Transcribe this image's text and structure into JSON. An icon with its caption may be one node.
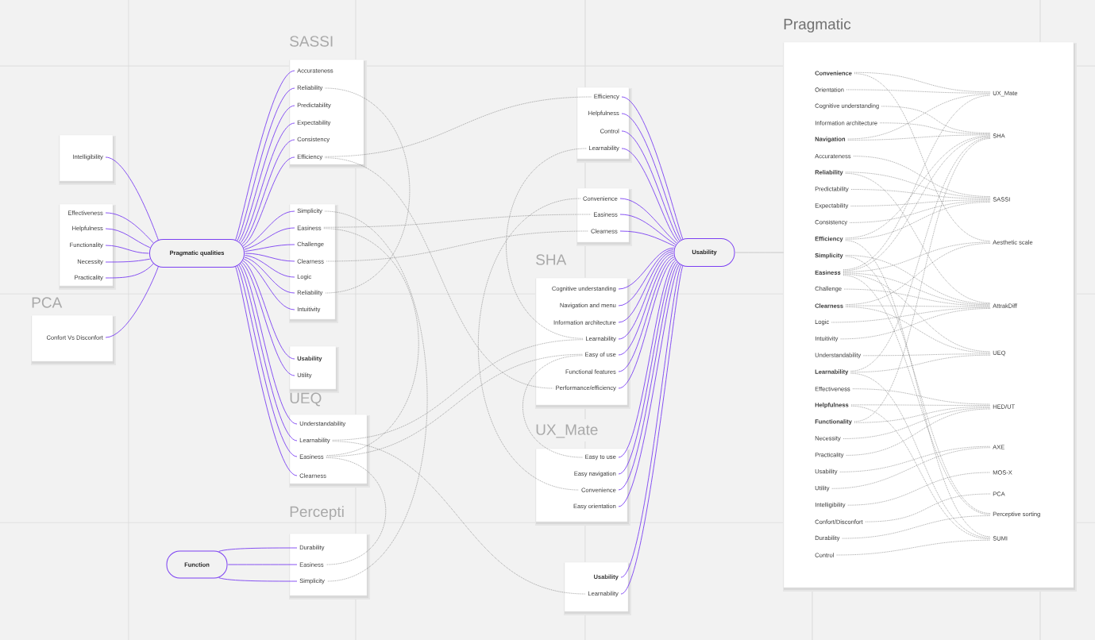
{
  "diagram": {
    "nodes": [
      {
        "text": [],
        "shape": "box"
      },
      {
        "text": [
          "Intelligibility"
        ],
        "in": 0
      },
      {
        "text": [],
        "shape": "box"
      },
      {
        "text": [
          "Effectiveness"
        ],
        "in": 2
      },
      {
        "text": [
          "Helpfulness"
        ],
        "in": 2
      },
      {
        "text": [
          "Functionality"
        ],
        "in": 2
      },
      {
        "text": [
          "Necessity"
        ],
        "in": 2
      },
      {
        "text": [
          "Practicality"
        ],
        "in": 2
      },
      {
        "text": [
          "PCA"
        ]
      },
      {
        "text": [
          "Confort Vs Disconfort"
        ],
        "in": 8
      },
      {
        "text": [
          "Pragmatic qualities"
        ]
      },
      {
        "text": [
          "Function"
        ]
      },
      {
        "text": [
          "SASSI"
        ]
      },
      {
        "text": [
          "Accurateness"
        ],
        "in": 12
      },
      {
        "text": [
          "Reliability"
        ],
        "in": 12
      },
      {
        "text": [
          "Predictability"
        ],
        "in": 12
      },
      {
        "text": [
          "Expectability"
        ],
        "in": 12
      },
      {
        "text": [
          "Consistency"
        ],
        "in": 12
      },
      {
        "text": [
          "Efficiency"
        ],
        "in": 12
      },
      {
        "text": [],
        "shape": "box"
      },
      {
        "text": [
          "Simplicity"
        ],
        "in": 19
      },
      {
        "text": [
          "Easiness"
        ],
        "in": 19
      },
      {
        "text": [
          "Challenge"
        ],
        "in": 19
      },
      {
        "text": [
          "Clearness"
        ],
        "in": 19
      },
      {
        "text": [
          "Logic"
        ],
        "in": 19
      },
      {
        "text": [
          "Reliability"
        ],
        "in": 19
      },
      {
        "text": [
          "Intuitivity"
        ],
        "in": 19
      },
      {
        "text": [],
        "shape": "box"
      },
      {
        "text": [
          "Usability"
        ],
        "in": 27
      },
      {
        "text": [
          "Utility"
        ],
        "in": 27
      },
      {
        "text": [
          "UEQ"
        ]
      },
      {
        "text": [
          "Understandability"
        ],
        "in": 30
      },
      {
        "text": [
          "Learnability"
        ],
        "in": 30
      },
      {
        "text": [
          "Easiness"
        ],
        "in": 30
      },
      {
        "text": [
          "Clearness"
        ],
        "in": 30
      },
      {
        "text": [
          "Percepti"
        ]
      },
      {
        "text": [
          "Durability"
        ],
        "in": 35
      },
      {
        "text": [
          "Easiness"
        ],
        "in": 35
      },
      {
        "text": [
          "Simplicity"
        ],
        "in": 35
      },
      {
        "text": [],
        "shape": "box"
      },
      {
        "text": [
          "Efficiency"
        ],
        "in": 39
      },
      {
        "text": [
          "Helpfulness"
        ],
        "in": 39
      },
      {
        "text": [
          "Control"
        ],
        "in": 39
      },
      {
        "text": [
          "Learnability"
        ],
        "in": 39
      },
      {
        "text": [],
        "shape": "box"
      },
      {
        "text": [
          "Convenience"
        ],
        "in": 44
      },
      {
        "text": [
          "Easiness"
        ],
        "in": 44
      },
      {
        "text": [
          "Clearness"
        ],
        "in": 44
      },
      {
        "text": [
          "SHA"
        ]
      },
      {
        "text": [
          "Cognitive understanding"
        ],
        "in": 48
      },
      {
        "text": [
          "Navigation and menu"
        ],
        "in": 48
      },
      {
        "text": [
          "Information architecture"
        ],
        "in": 48
      },
      {
        "text": [
          "Learnability"
        ],
        "in": 48
      },
      {
        "text": [
          "Easy of use"
        ],
        "in": 48
      },
      {
        "text": [
          "Functional features"
        ],
        "in": 48
      },
      {
        "text": [
          "Performance/efficiency"
        ],
        "in": 48
      },
      {
        "text": [
          "UX_Mate"
        ]
      },
      {
        "text": [
          "Easy to use"
        ],
        "in": 56
      },
      {
        "text": [
          "Easy navigation"
        ],
        "in": 56
      },
      {
        "text": [
          "Convenience"
        ],
        "in": 56
      },
      {
        "text": [
          "Easy orientation"
        ],
        "in": 56
      },
      {
        "text": [],
        "shape": "box"
      },
      {
        "text": [
          "Usability"
        ],
        "in": 61
      },
      {
        "text": [
          "Learnability"
        ],
        "in": 61
      },
      {
        "text": [
          "Usability"
        ]
      },
      {
        "text": [
          "Pragmatic"
        ]
      },
      {
        "text": [
          "Convenience"
        ],
        "in": 65
      },
      {
        "text": [
          "Orientation"
        ],
        "in": 65
      },
      {
        "text": [
          "Cognitive understanding"
        ],
        "in": 65
      },
      {
        "text": [
          "Information architecture"
        ],
        "in": 65
      },
      {
        "text": [
          "Navigation"
        ],
        "in": 65
      },
      {
        "text": [
          "Accurateness"
        ],
        "in": 65
      },
      {
        "text": [
          "Reliability"
        ],
        "in": 65
      },
      {
        "text": [
          "Predictability"
        ],
        "in": 65
      },
      {
        "text": [
          "Expectability"
        ],
        "in": 65
      },
      {
        "text": [
          "Consistency"
        ],
        "in": 65
      },
      {
        "text": [
          "Efficiency"
        ],
        "in": 65
      },
      {
        "text": [
          "Simplicity"
        ],
        "in": 65
      },
      {
        "text": [
          "Easiness"
        ],
        "in": 65
      },
      {
        "text": [
          "Challenge"
        ],
        "in": 65
      },
      {
        "text": [
          "Clearness"
        ],
        "in": 65
      },
      {
        "text": [
          "Logic"
        ],
        "in": 65
      },
      {
        "text": [
          "Intuitivity"
        ],
        "in": 65
      },
      {
        "text": [
          "Understandability"
        ],
        "in": 65
      },
      {
        "text": [
          "Learnability"
        ],
        "in": 65
      },
      {
        "text": [
          "Effectiveness"
        ],
        "in": 65
      },
      {
        "text": [
          "Helpfulness"
        ],
        "in": 65
      },
      {
        "text": [
          "Functionality"
        ],
        "in": 65
      },
      {
        "text": [
          "Necessity"
        ],
        "in": 65
      },
      {
        "text": [
          "Practicality"
        ],
        "in": 65
      },
      {
        "text": [
          "Usability"
        ],
        "in": 65
      },
      {
        "text": [
          "Utility"
        ],
        "in": 65
      },
      {
        "text": [
          "Intelligibility"
        ],
        "in": 65
      },
      {
        "text": [
          "Confort/Disconfort"
        ],
        "in": 65
      },
      {
        "text": [
          "Durability"
        ],
        "in": 65
      },
      {
        "text": [
          "Control"
        ],
        "in": 65
      },
      {
        "text": [
          "UX_Mate"
        ],
        "in": 65
      },
      {
        "text": [
          "SHA"
        ],
        "in": 65
      },
      {
        "text": [
          "SASSI"
        ],
        "in": 65
      },
      {
        "text": [
          "Aesthetic scale"
        ],
        "in": 65
      },
      {
        "text": [
          "AttrakDiff"
        ],
        "in": 65
      },
      {
        "text": [
          "UEQ"
        ],
        "in": 65
      },
      {
        "text": [
          "HED/UT"
        ],
        "in": 65
      },
      {
        "text": [
          "AXE"
        ],
        "in": 65
      },
      {
        "text": [
          "MOS-X"
        ],
        "in": 65
      },
      {
        "text": [
          "PCA"
        ],
        "in": 65
      },
      {
        "text": [
          "Perceptive sorting"
        ],
        "in": 65
      },
      {
        "text": [
          "SUMI"
        ],
        "in": 65
      }
    ],
    "edges": [
      {
        "from": 10,
        "to": 1,
        "arrow": "none",
        "color": "#7b3ff2"
      },
      {
        "from": 10,
        "to": 3,
        "arrow": "none",
        "color": "#7b3ff2"
      },
      {
        "from": 10,
        "to": 4,
        "arrow": "none",
        "color": "#7b3ff2"
      },
      {
        "from": 10,
        "to": 5,
        "arrow": "none",
        "color": "#7b3ff2"
      },
      {
        "from": 10,
        "to": 6,
        "arrow": "none",
        "color": "#7b3ff2"
      },
      {
        "from": 10,
        "to": 7,
        "arrow": "none",
        "color": "#7b3ff2"
      },
      {
        "from": 10,
        "to": 9,
        "arrow": "none",
        "color": "#7b3ff2"
      },
      {
        "from": 10,
        "to": 13,
        "arrow": "none",
        "color": "#7b3ff2"
      },
      {
        "from": 10,
        "to": 14,
        "arrow": "none",
        "color": "#7b3ff2"
      },
      {
        "from": 10,
        "to": 15,
        "arrow": "none",
        "color": "#7b3ff2"
      },
      {
        "from": 10,
        "to": 16,
        "arrow": "none",
        "color": "#7b3ff2"
      },
      {
        "from": 10,
        "to": 17,
        "arrow": "none",
        "color": "#7b3ff2"
      },
      {
        "from": 10,
        "to": 18,
        "arrow": "none",
        "color": "#7b3ff2"
      },
      {
        "from": 10,
        "to": 20,
        "arrow": "none",
        "color": "#7b3ff2"
      },
      {
        "from": 10,
        "to": 21,
        "arrow": "none",
        "color": "#7b3ff2"
      },
      {
        "from": 10,
        "to": 22,
        "arrow": "none",
        "color": "#7b3ff2"
      },
      {
        "from": 10,
        "to": 23,
        "arrow": "none",
        "color": "#7b3ff2"
      },
      {
        "from": 10,
        "to": 24,
        "arrow": "none",
        "color": "#7b3ff2"
      },
      {
        "from": 10,
        "to": 25,
        "arrow": "none",
        "color": "#7b3ff2"
      },
      {
        "from": 10,
        "to": 26,
        "arrow": "none",
        "color": "#7b3ff2"
      },
      {
        "from": 10,
        "to": 28,
        "arrow": "none",
        "color": "#7b3ff2"
      },
      {
        "from": 10,
        "to": 29,
        "arrow": "none",
        "color": "#7b3ff2"
      },
      {
        "from": 10,
        "to": 31,
        "arrow": "none",
        "color": "#7b3ff2"
      },
      {
        "from": 10,
        "to": 32,
        "arrow": "none",
        "color": "#7b3ff2"
      },
      {
        "from": 10,
        "to": 33,
        "arrow": "none",
        "color": "#7b3ff2"
      },
      {
        "from": 10,
        "to": 34,
        "arrow": "none",
        "color": "#7b3ff2"
      },
      {
        "from": 11,
        "to": 36,
        "arrow": "none",
        "color": "#7b3ff2"
      },
      {
        "from": 11,
        "to": 37,
        "arrow": "none",
        "color": "#7b3ff2"
      },
      {
        "from": 11,
        "to": 38,
        "arrow": "none",
        "color": "#7b3ff2"
      },
      {
        "from": 64,
        "to": 40,
        "arrow": "none",
        "color": "#7b3ff2"
      },
      {
        "from": 64,
        "to": 41,
        "arrow": "none",
        "color": "#7b3ff2"
      },
      {
        "from": 64,
        "to": 42,
        "arrow": "none",
        "color": "#7b3ff2"
      },
      {
        "from": 64,
        "to": 43,
        "arrow": "none",
        "color": "#7b3ff2"
      },
      {
        "from": 64,
        "to": 45,
        "arrow": "none",
        "color": "#7b3ff2"
      },
      {
        "from": 64,
        "to": 46,
        "arrow": "none",
        "color": "#7b3ff2"
      },
      {
        "from": 64,
        "to": 47,
        "arrow": "none",
        "color": "#7b3ff2"
      },
      {
        "from": 64,
        "to": 49,
        "arrow": "none",
        "color": "#7b3ff2"
      },
      {
        "from": 64,
        "to": 50,
        "arrow": "none",
        "color": "#7b3ff2"
      },
      {
        "from": 64,
        "to": 51,
        "arrow": "none",
        "color": "#7b3ff2"
      },
      {
        "from": 64,
        "to": 52,
        "arrow": "none",
        "color": "#7b3ff2"
      },
      {
        "from": 64,
        "to": 53,
        "arrow": "none",
        "color": "#7b3ff2"
      },
      {
        "from": 64,
        "to": 54,
        "arrow": "none",
        "color": "#7b3ff2"
      },
      {
        "from": 64,
        "to": 55,
        "arrow": "none",
        "color": "#7b3ff2"
      },
      {
        "from": 64,
        "to": 57,
        "arrow": "none",
        "color": "#7b3ff2"
      },
      {
        "from": 64,
        "to": 58,
        "arrow": "none",
        "color": "#7b3ff2"
      },
      {
        "from": 64,
        "to": 59,
        "arrow": "none",
        "color": "#7b3ff2"
      },
      {
        "from": 64,
        "to": 60,
        "arrow": "none",
        "color": "#7b3ff2"
      },
      {
        "from": 64,
        "to": 62,
        "arrow": "none",
        "color": "#7b3ff2"
      },
      {
        "from": 64,
        "to": 63,
        "arrow": "none",
        "color": "#7b3ff2"
      },
      {
        "from": 14,
        "to": 25,
        "arrow": "none",
        "style": "dashed"
      },
      {
        "from": 18,
        "to": 40,
        "arrow": "none",
        "style": "dashed"
      },
      {
        "from": 18,
        "to": 55,
        "arrow": "none",
        "style": "dashed"
      },
      {
        "from": 20,
        "to": 38,
        "arrow": "none",
        "style": "dashed"
      },
      {
        "from": 21,
        "to": 46,
        "arrow": "none",
        "style": "dashed"
      },
      {
        "from": 21,
        "to": 33,
        "arrow": "none",
        "style": "dashed"
      },
      {
        "from": 23,
        "to": 47,
        "arrow": "none",
        "style": "dashed"
      },
      {
        "from": 45,
        "to": 59,
        "arrow": "none",
        "style": "dashed"
      },
      {
        "from": 43,
        "to": 52,
        "arrow": "none",
        "style": "dashed"
      },
      {
        "from": 32,
        "to": 52,
        "arrow": "none",
        "style": "dashed"
      },
      {
        "from": 32,
        "to": 63,
        "arrow": "none",
        "style": "dashed"
      },
      {
        "from": 33,
        "to": 53,
        "arrow": "none",
        "style": "dashed"
      },
      {
        "from": 33,
        "to": 37,
        "arrow": "none",
        "style": "dashed"
      },
      {
        "from": 53,
        "to": 57,
        "arrow": "none",
        "style": "dashed"
      },
      {
        "from": 64,
        "to": 65,
        "arrow": "none",
        "color": "#c4c4c4"
      },
      {
        "from": 66,
        "to": 96,
        "arrow": "none",
        "style": "dashed"
      },
      {
        "from": 66,
        "to": 99,
        "arrow": "none",
        "style": "dashed"
      },
      {
        "from": 67,
        "to": 96,
        "arrow": "none",
        "style": "dashed"
      },
      {
        "from": 68,
        "to": 97,
        "arrow": "none",
        "style": "dashed"
      },
      {
        "from": 69,
        "to": 97,
        "arrow": "none",
        "style": "dashed"
      },
      {
        "from": 70,
        "to": 96,
        "arrow": "none",
        "style": "dashed"
      },
      {
        "from": 70,
        "to": 97,
        "arrow": "none",
        "style": "dashed"
      },
      {
        "from": 71,
        "to": 98,
        "arrow": "none",
        "style": "dashed"
      },
      {
        "from": 72,
        "to": 98,
        "arrow": "none",
        "style": "dashed"
      },
      {
        "from": 72,
        "to": 100,
        "arrow": "none",
        "style": "dashed"
      },
      {
        "from": 73,
        "to": 98,
        "arrow": "none",
        "style": "dashed"
      },
      {
        "from": 74,
        "to": 98,
        "arrow": "none",
        "style": "dashed"
      },
      {
        "from": 75,
        "to": 98,
        "arrow": "none",
        "style": "dashed"
      },
      {
        "from": 76,
        "to": 97,
        "arrow": "none",
        "style": "dashed"
      },
      {
        "from": 76,
        "to": 98,
        "arrow": "none",
        "style": "dashed"
      },
      {
        "from": 76,
        "to": 107,
        "arrow": "none",
        "style": "dashed"
      },
      {
        "from": 77,
        "to": 100,
        "arrow": "none",
        "style": "dashed"
      },
      {
        "from": 77,
        "to": 106,
        "arrow": "none",
        "style": "dashed"
      },
      {
        "from": 78,
        "to": 96,
        "arrow": "none",
        "style": "dashed"
      },
      {
        "from": 78,
        "to": 97,
        "arrow": "none",
        "style": "dashed"
      },
      {
        "from": 78,
        "to": 99,
        "arrow": "none",
        "style": "dashed"
      },
      {
        "from": 78,
        "to": 100,
        "arrow": "none",
        "style": "dashed"
      },
      {
        "from": 78,
        "to": 101,
        "arrow": "none",
        "style": "dashed"
      },
      {
        "from": 78,
        "to": 106,
        "arrow": "none",
        "style": "dashed"
      },
      {
        "from": 79,
        "to": 100,
        "arrow": "none",
        "style": "dashed"
      },
      {
        "from": 80,
        "to": 99,
        "arrow": "none",
        "style": "dashed"
      },
      {
        "from": 80,
        "to": 100,
        "arrow": "none",
        "style": "dashed"
      },
      {
        "from": 80,
        "to": 101,
        "arrow": "none",
        "style": "dashed"
      },
      {
        "from": 81,
        "to": 100,
        "arrow": "none",
        "style": "dashed"
      },
      {
        "from": 82,
        "to": 100,
        "arrow": "none",
        "style": "dashed"
      },
      {
        "from": 83,
        "to": 101,
        "arrow": "none",
        "style": "dashed"
      },
      {
        "from": 84,
        "to": 97,
        "arrow": "none",
        "style": "dashed"
      },
      {
        "from": 84,
        "to": 101,
        "arrow": "none",
        "style": "dashed"
      },
      {
        "from": 84,
        "to": 107,
        "arrow": "none",
        "style": "dashed"
      },
      {
        "from": 85,
        "to": 102,
        "arrow": "none",
        "style": "dashed"
      },
      {
        "from": 86,
        "to": 102,
        "arrow": "none",
        "style": "dashed"
      },
      {
        "from": 86,
        "to": 107,
        "arrow": "none",
        "style": "dashed"
      },
      {
        "from": 87,
        "to": 97,
        "arrow": "none",
        "style": "dashed"
      },
      {
        "from": 87,
        "to": 102,
        "arrow": "none",
        "style": "dashed"
      },
      {
        "from": 88,
        "to": 102,
        "arrow": "none",
        "style": "dashed"
      },
      {
        "from": 89,
        "to": 102,
        "arrow": "none",
        "style": "dashed"
      },
      {
        "from": 90,
        "to": 103,
        "arrow": "none",
        "style": "dashed"
      },
      {
        "from": 91,
        "to": 103,
        "arrow": "none",
        "style": "dashed"
      },
      {
        "from": 92,
        "to": 104,
        "arrow": "none",
        "style": "dashed"
      },
      {
        "from": 93,
        "to": 105,
        "arrow": "none",
        "style": "dashed"
      },
      {
        "from": 94,
        "to": 106,
        "arrow": "none",
        "style": "dashed"
      },
      {
        "from": 95,
        "to": 107,
        "arrow": "none",
        "style": "dashed"
      }
    ]
  }
}
